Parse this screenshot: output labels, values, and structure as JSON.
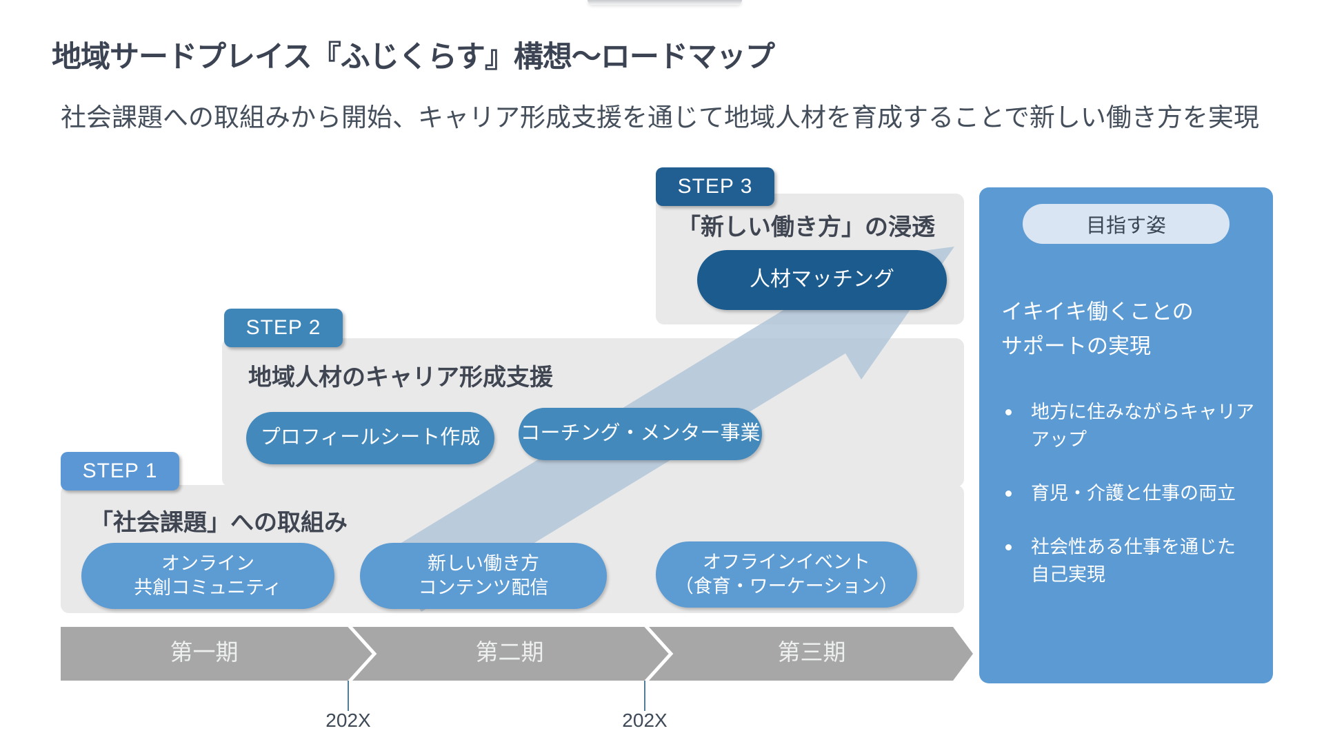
{
  "page": {
    "title": "地域サードプレイス『ふじくらす』構想～ロードマップ",
    "subtitle": "社会課題への取組みから開始、キャリア形成支援を通じて地域人材を育成することで新しい働き方を実現"
  },
  "steps": [
    {
      "badge": "STEP 1",
      "heading": "「社会課題」への取組み",
      "pills": [
        [
          "オンライン",
          "共創コミュニティ"
        ],
        [
          "新しい働き方",
          "コンテンツ配信"
        ],
        [
          "オフラインイベント",
          "（食育・ワーケーション）"
        ]
      ]
    },
    {
      "badge": "STEP 2",
      "heading": "地域人材のキャリア形成支援",
      "pills": [
        [
          "プロフィールシート作成"
        ],
        [
          "コーチング・メンター事業"
        ]
      ]
    },
    {
      "badge": "STEP 3",
      "heading": "「新しい働き方」の浸透",
      "pills": [
        [
          "人材マッチング"
        ]
      ]
    }
  ],
  "goal_panel": {
    "badge": "目指す姿",
    "heading_lines": [
      "イキイキ働くことの",
      "サポートの実現"
    ],
    "bullets": [
      [
        "地方に住みながらキャリア",
        "アップ"
      ],
      [
        "育児・介護と仕事の両立"
      ],
      [
        "社会性ある仕事を通じた",
        "自己実現"
      ]
    ]
  },
  "timeline": {
    "phases": [
      "第一期",
      "第二期",
      "第三期"
    ],
    "milestones": [
      "202X",
      "202X"
    ]
  },
  "colors": {
    "step1_blue": "#5b97d4",
    "step1_pill_blue": "#5d9bd3",
    "step2_blue": "#3e86b8",
    "step2_pill_blue": "#4389bb",
    "step3_blue": "#215e92",
    "match_pill_navy": "#1b5b8e",
    "sidebar_blue": "#5b9ad2",
    "goal_badge_light": "#d9e5f3",
    "panel_grey": "#e9e9e9",
    "timeline_grey": "#a7a7a7",
    "arrow_light_blue": "#b0c4d8",
    "tick_teal": "#4f7d95",
    "text_dark": "#3c4454"
  }
}
